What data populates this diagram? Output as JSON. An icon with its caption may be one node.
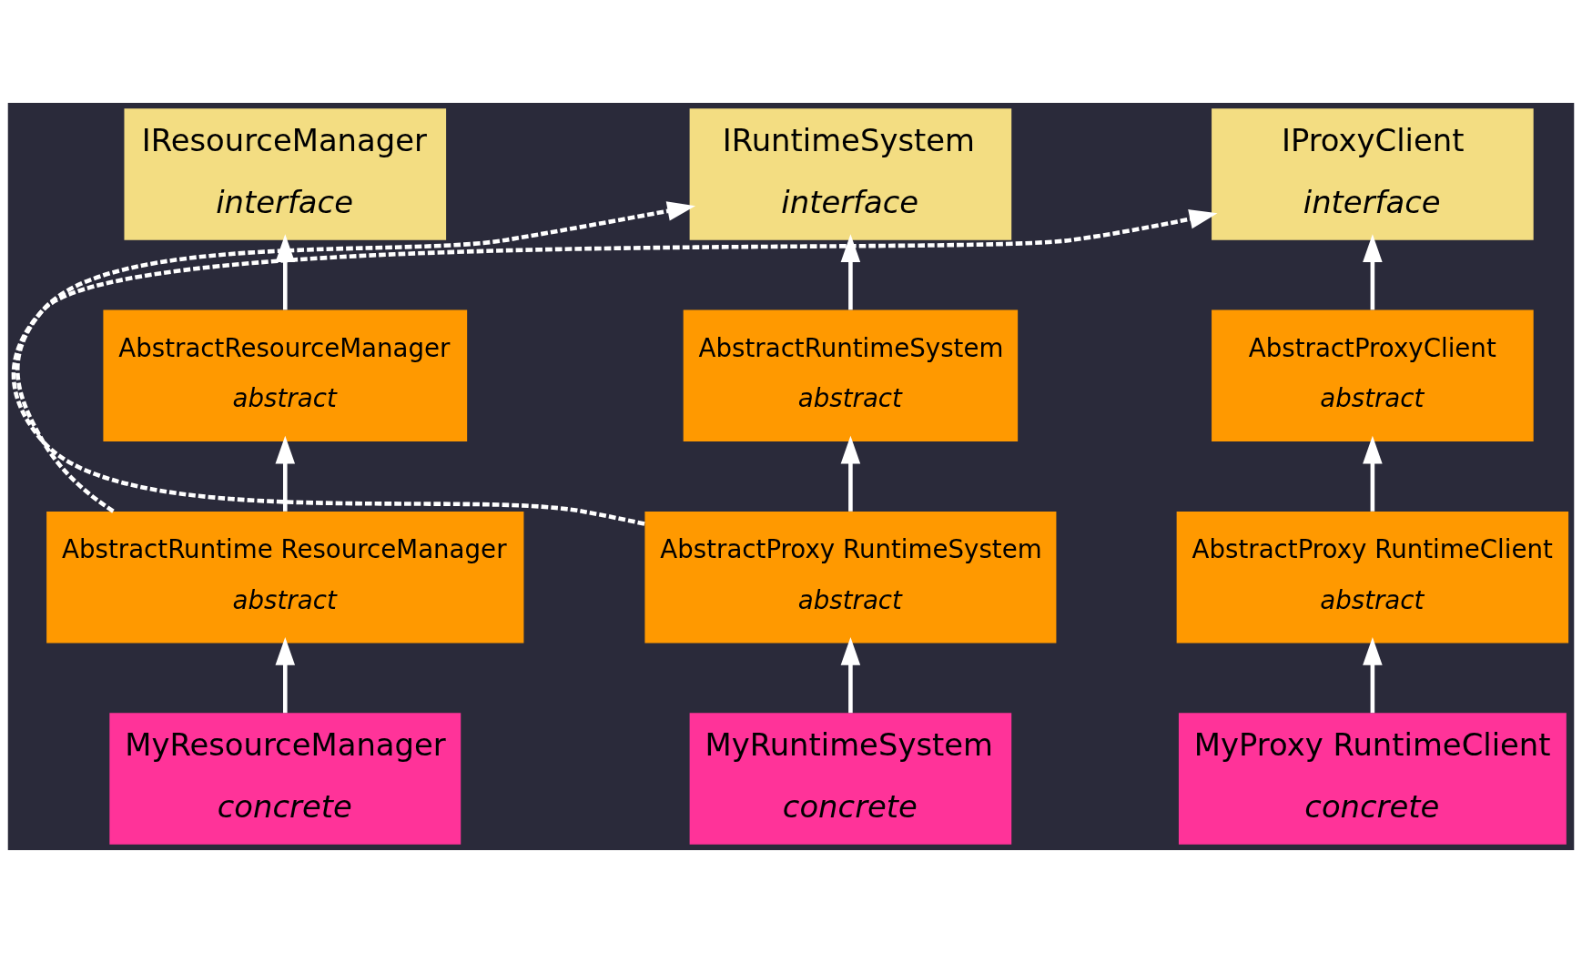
{
  "diagram": {
    "nodes": [
      {
        "text": [
          "IResourceManager",
          "interface"
        ]
      },
      {
        "text": [
          "IRuntimeSystem",
          "interface"
        ]
      },
      {
        "text": [
          "IProxyClient",
          "interface"
        ]
      },
      {
        "text": [
          "AbstractResourceManager",
          "abstract"
        ]
      },
      {
        "text": [
          "AbstractRuntimeSystem",
          "abstract"
        ]
      },
      {
        "text": [
          "AbstractProxyClient",
          "abstract"
        ]
      },
      {
        "text": [
          "AbstractRuntime ResourceManager",
          "abstract"
        ]
      },
      {
        "text": [
          "AbstractProxy RuntimeSystem",
          "abstract"
        ]
      },
      {
        "text": [
          "AbstractProxy RuntimeClient",
          "abstract"
        ]
      },
      {
        "text": [
          "MyResourceManager",
          "concrete"
        ]
      },
      {
        "text": [
          "MyRuntimeSystem",
          "concrete"
        ]
      },
      {
        "text": [
          "MyProxy RuntimeClient",
          "concrete"
        ]
      }
    ],
    "edges": [
      {
        "from": 3,
        "to": 0,
        "arrow": "to"
      },
      {
        "from": 6,
        "to": 3,
        "arrow": "to"
      },
      {
        "from": 9,
        "to": 6,
        "arrow": "to"
      },
      {
        "from": 6,
        "to": 1,
        "arrow": "to",
        "style": "dashed"
      },
      {
        "from": 4,
        "to": 1,
        "arrow": "to"
      },
      {
        "from": 7,
        "to": 4,
        "arrow": "to"
      },
      {
        "from": 10,
        "to": 7,
        "arrow": "to"
      },
      {
        "from": 7,
        "to": 2,
        "arrow": "to",
        "style": "dashed"
      },
      {
        "from": 5,
        "to": 2,
        "arrow": "to"
      },
      {
        "from": 8,
        "to": 5,
        "arrow": "to"
      },
      {
        "from": 11,
        "to": 8,
        "arrow": "to"
      }
    ]
  }
}
